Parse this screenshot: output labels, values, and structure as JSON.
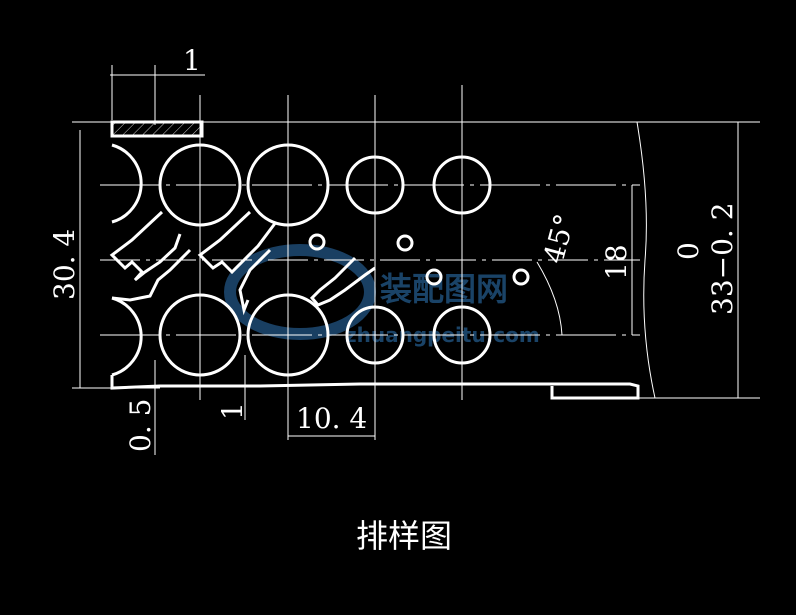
{
  "drawing": {
    "title": "排样图",
    "dimensions": {
      "top_gap": "1",
      "height_left": "30. 4",
      "bottom_offset": "0. 5",
      "bottom_gap": "1",
      "pitch": "10. 4",
      "row_spacing": "18",
      "angle": "45°",
      "width_tol_upper": "0",
      "width_value": "33−0. 2"
    },
    "watermark": {
      "name": "装配图网",
      "url": "zhuangpeitu.com"
    }
  }
}
